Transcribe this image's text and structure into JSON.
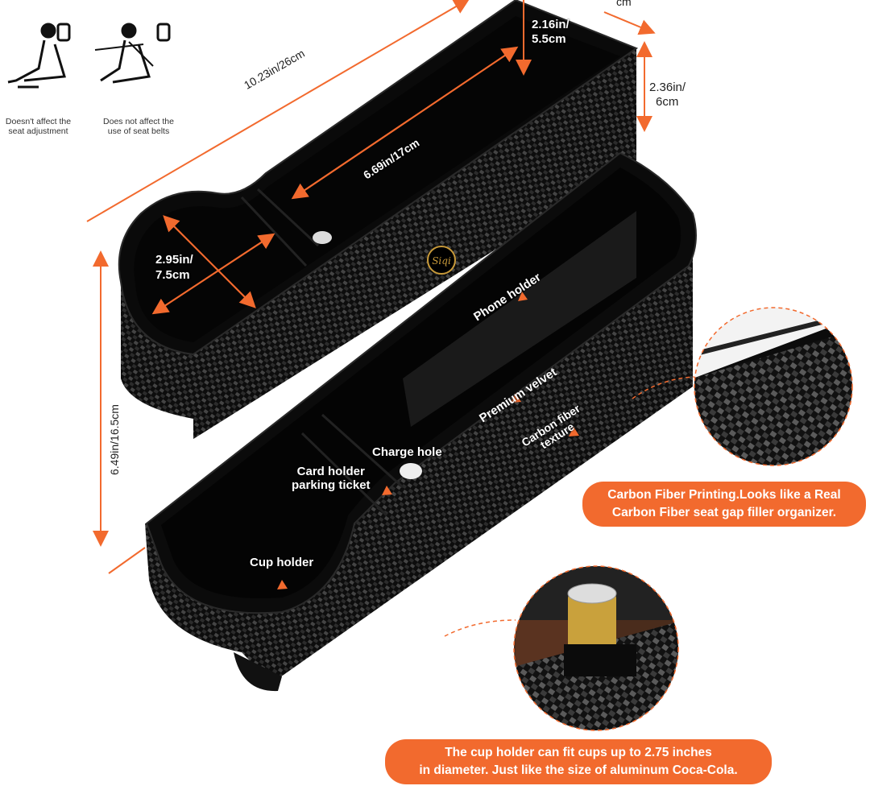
{
  "icons": {
    "seat_adjust": {
      "caption_line1": "Doesn't affect the",
      "caption_line2": "seat adjustment"
    },
    "seat_belt": {
      "caption_line1": "Does not affect the",
      "caption_line2": "use of seat belts"
    }
  },
  "dimensions": {
    "total_length": "10.23in/26cm",
    "inner_length": "6.69in/17cm",
    "depth_top_1": "2.16in/",
    "depth_top_2": "5.5cm",
    "height_side_1": "2.36in/",
    "height_side_2": "6cm",
    "cup_width_1": "2.95in/",
    "cup_width_2": "7.5cm",
    "overall_height": "6.49in/16.5cm",
    "corner_partial": "cm"
  },
  "features": {
    "phone_holder": "Phone holder",
    "premium_velvet": "Premium velvet",
    "carbon_fiber_1": "Carbon fiber",
    "carbon_fiber_2": "texture",
    "charge_hole": "Charge hole",
    "card_holder_1": "Card holder",
    "card_holder_2": "parking ticket",
    "cup_holder": "Cup holder"
  },
  "callouts": {
    "carbon_line1": "Carbon Fiber Printing.Looks like a Real",
    "carbon_line2": "Carbon Fiber seat gap filler organizer.",
    "cup_line1": "The cup holder can fit cups up to 2.75 inches",
    "cup_line2": "in diameter. Just like the size of aluminum Coca-Cola."
  },
  "colors": {
    "accent": "#f26a2e",
    "body": "#0d0d0d",
    "weave": "#3a3a3a"
  }
}
